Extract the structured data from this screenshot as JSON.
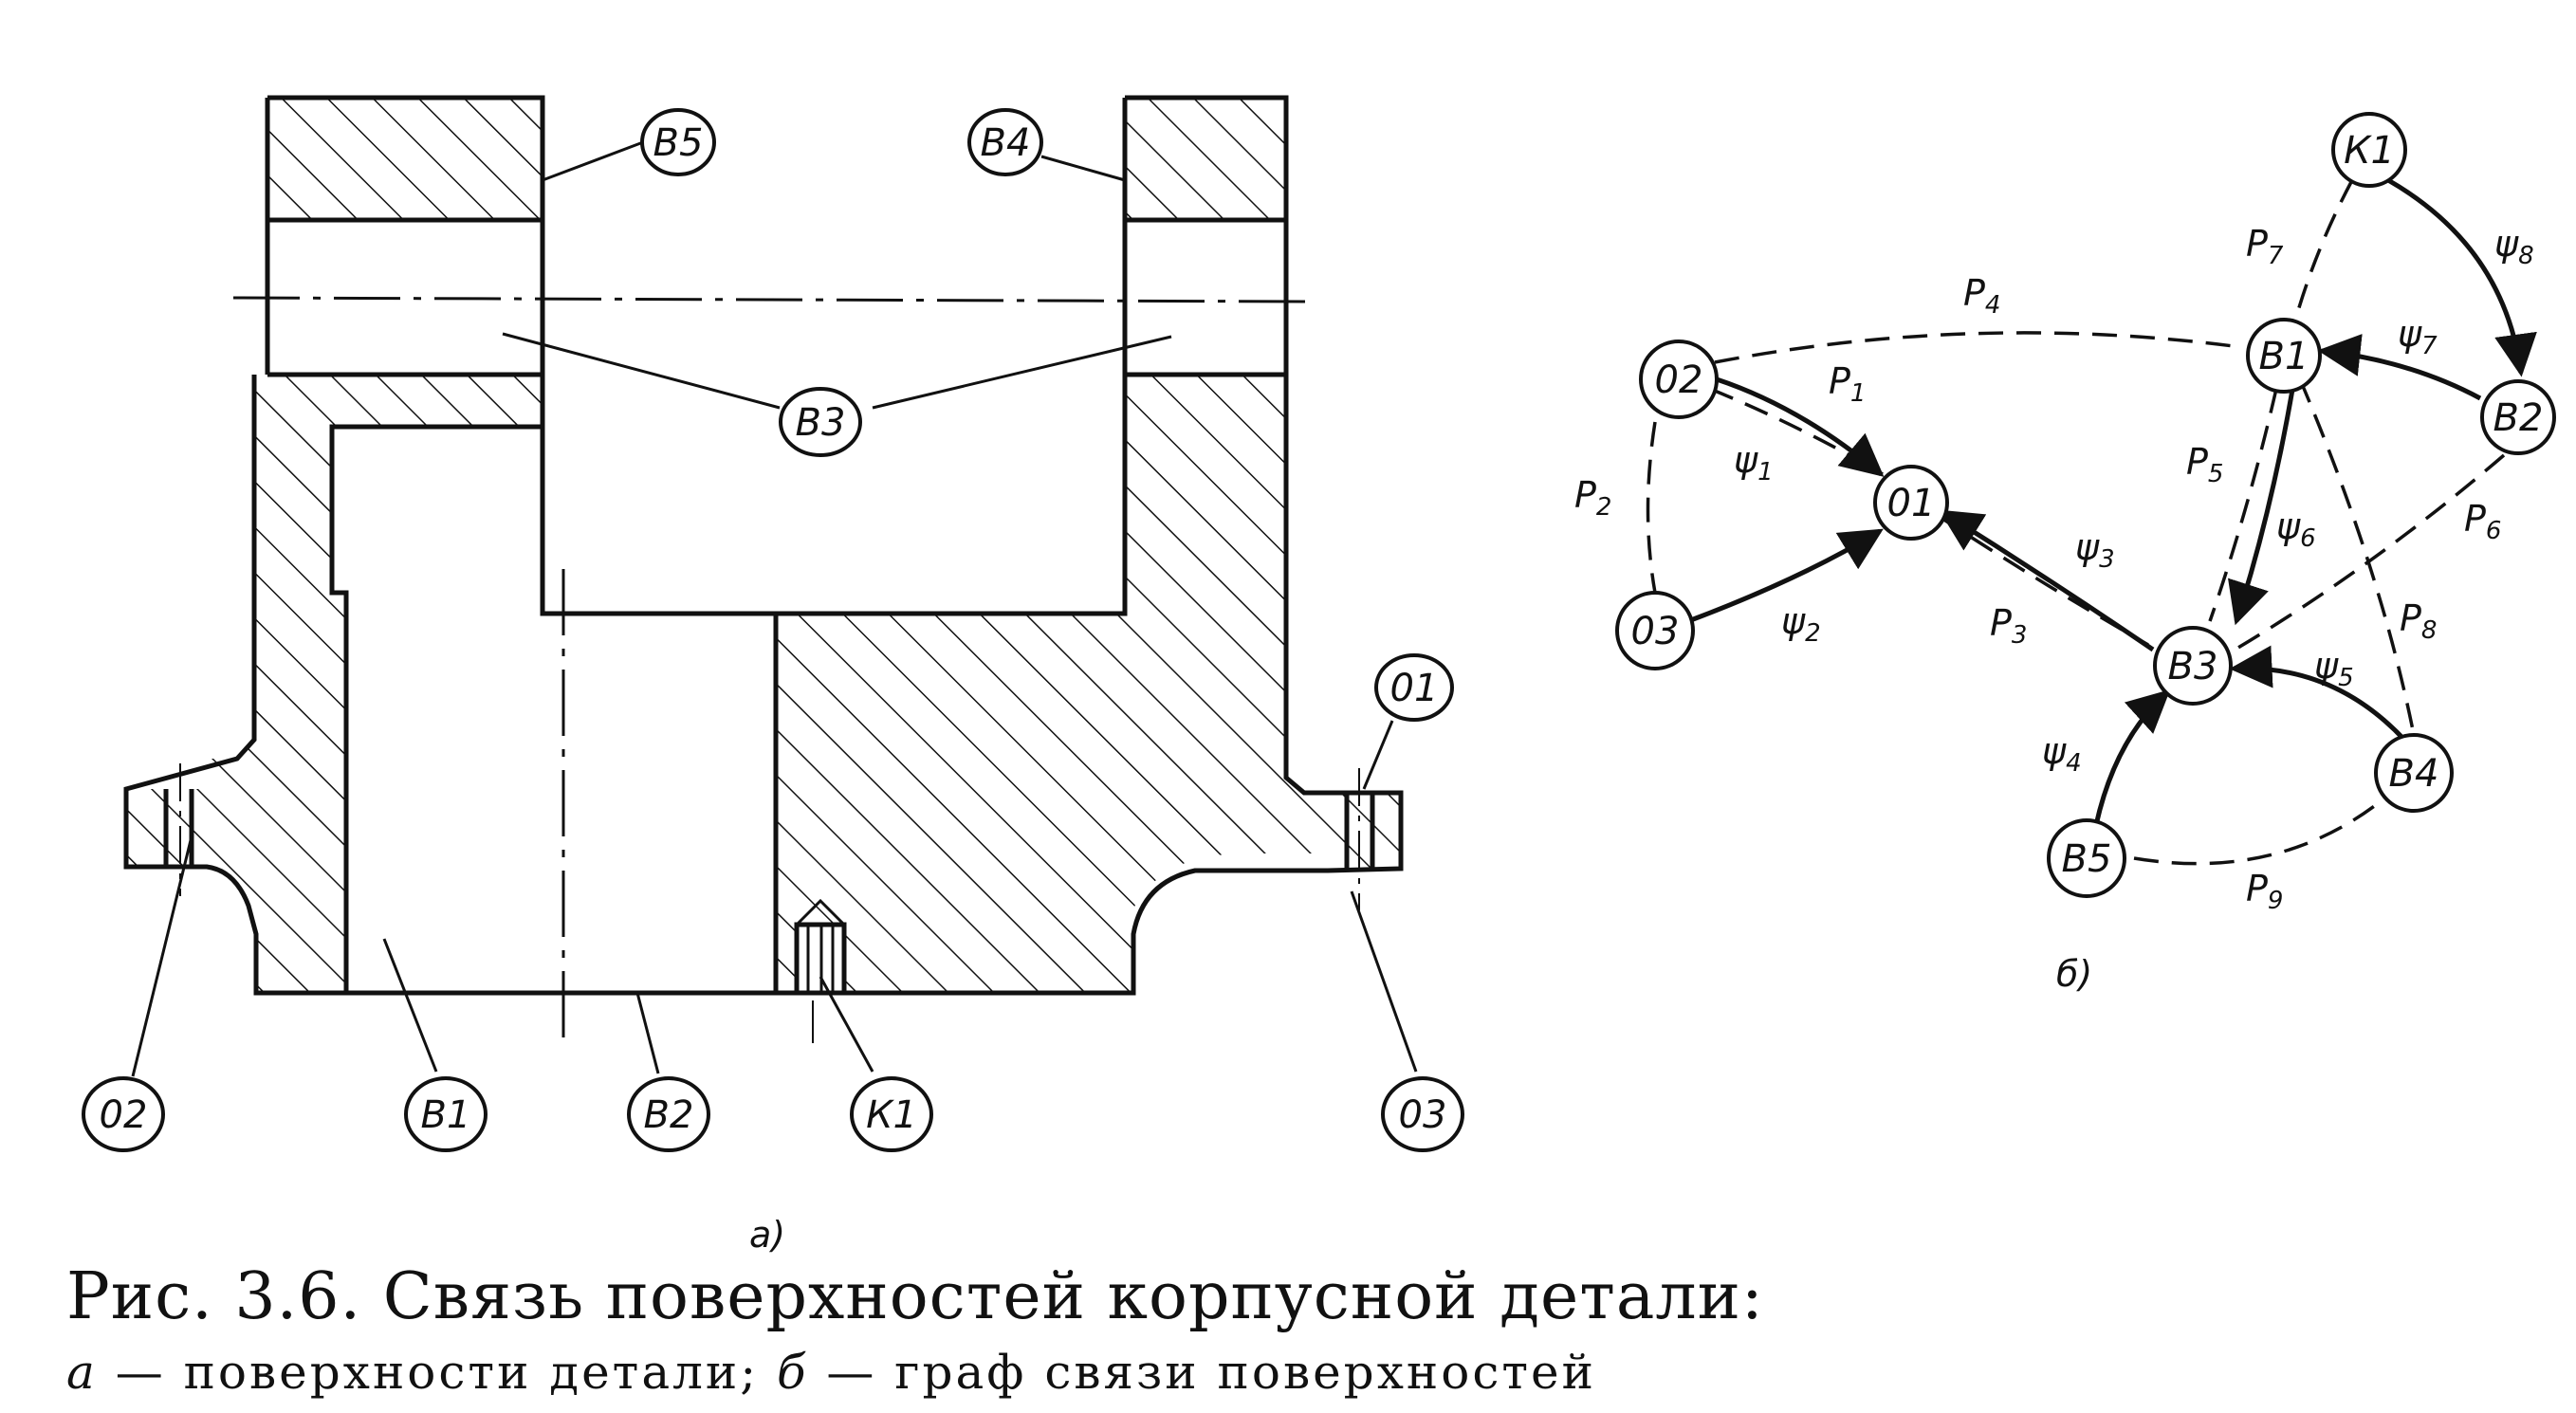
{
  "figure": {
    "part_a_label": "а)",
    "part_b_label": "б)",
    "caption_line1": "Рис. 3.6. Связь поверхностей корпусной детали:",
    "caption_line2_a": "а",
    "caption_line2_a_text": " — поверхности детали; ",
    "caption_line2_b": "б",
    "caption_line2_b_text": " — граф связи поверхностей"
  },
  "drawing": {
    "callouts": [
      {
        "id": "B5",
        "text": "В5"
      },
      {
        "id": "B4",
        "text": "В4"
      },
      {
        "id": "B3",
        "text": "В3"
      },
      {
        "id": "O1",
        "text": "01"
      },
      {
        "id": "O2",
        "text": "02"
      },
      {
        "id": "B1",
        "text": "В1"
      },
      {
        "id": "B2",
        "text": "В2"
      },
      {
        "id": "K1",
        "text": "К1"
      },
      {
        "id": "O3",
        "text": "03"
      }
    ]
  },
  "graph": {
    "nodes": [
      {
        "id": "K1",
        "text": "К1"
      },
      {
        "id": "B1",
        "text": "В1"
      },
      {
        "id": "B2",
        "text": "В2"
      },
      {
        "id": "O2",
        "text": "02"
      },
      {
        "id": "O1",
        "text": "01"
      },
      {
        "id": "O3",
        "text": "03"
      },
      {
        "id": "B3",
        "text": "В3"
      },
      {
        "id": "B4",
        "text": "В4"
      },
      {
        "id": "B5",
        "text": "В5"
      }
    ],
    "dimension_links": [
      {
        "name": "P",
        "sub": "1"
      },
      {
        "name": "P",
        "sub": "2"
      },
      {
        "name": "P",
        "sub": "3"
      },
      {
        "name": "P",
        "sub": "4"
      },
      {
        "name": "P",
        "sub": "5"
      },
      {
        "name": "P",
        "sub": "6"
      },
      {
        "name": "P",
        "sub": "7"
      },
      {
        "name": "P",
        "sub": "8"
      },
      {
        "name": "P",
        "sub": "9"
      }
    ],
    "base_links": [
      {
        "name": "ψ",
        "sub": "1"
      },
      {
        "name": "ψ",
        "sub": "2"
      },
      {
        "name": "ψ",
        "sub": "3"
      },
      {
        "name": "ψ",
        "sub": "4"
      },
      {
        "name": "ψ",
        "sub": "5"
      },
      {
        "name": "ψ",
        "sub": "6"
      },
      {
        "name": "ψ",
        "sub": "7"
      },
      {
        "name": "ψ",
        "sub": "8"
      }
    ]
  }
}
